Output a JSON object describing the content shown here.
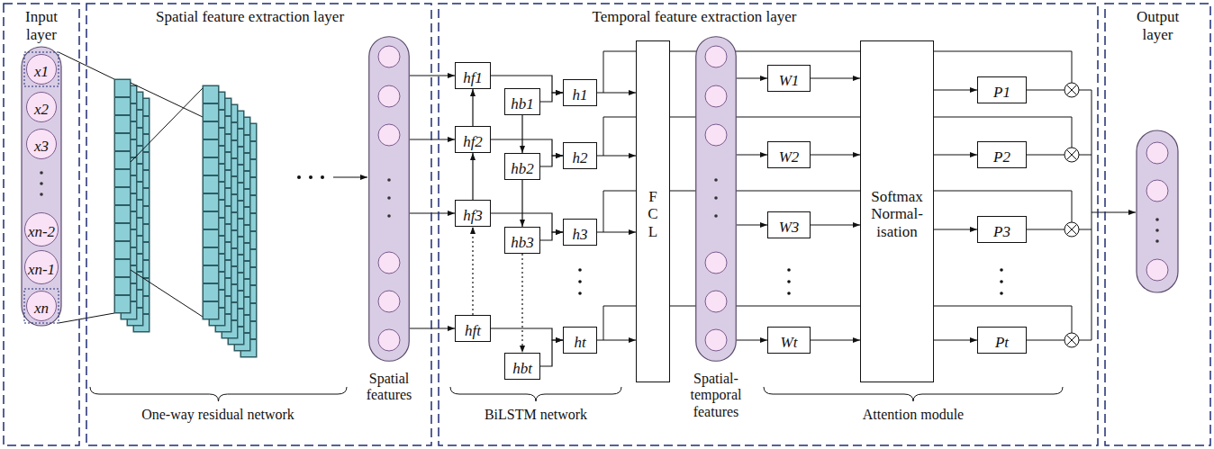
{
  "diagram": {
    "nodes": [
      {
        "text": [
          "Input layer"
        ]
      },
      {
        "text": [
          "x1"
        ],
        "in": 0
      },
      {
        "text": [
          "x2"
        ],
        "in": 0
      },
      {
        "text": [
          "x3"
        ],
        "in": 0
      },
      {
        "text": [
          "xn-2"
        ],
        "in": 0
      },
      {
        "text": [
          "xn-1"
        ],
        "in": 0
      },
      {
        "text": [
          "xn"
        ],
        "in": 0
      },
      {
        "text": [
          "Spatial feature extraction layer"
        ]
      },
      {
        "text": [
          "Spatial features"
        ],
        "in": 7
      },
      {
        "text": [
          "Temporal feature extraction layer"
        ]
      },
      {
        "text": [
          "hf1"
        ],
        "in": 9
      },
      {
        "text": [
          "hf2"
        ],
        "in": 9
      },
      {
        "text": [
          "hf3"
        ],
        "in": 9
      },
      {
        "text": [
          "hft"
        ],
        "in": 9
      },
      {
        "text": [
          "hb1"
        ],
        "in": 9
      },
      {
        "text": [
          "hb2"
        ],
        "in": 9
      },
      {
        "text": [
          "hb3"
        ],
        "in": 9
      },
      {
        "text": [
          "hbt"
        ],
        "in": 9
      },
      {
        "text": [
          "h1"
        ],
        "in": 9
      },
      {
        "text": [
          "h2"
        ],
        "in": 9
      },
      {
        "text": [
          "h3"
        ],
        "in": 9
      },
      {
        "text": [
          "ht"
        ],
        "in": 9
      },
      {
        "text": [
          "FCL"
        ],
        "in": 9
      },
      {
        "text": [
          "Spatial-temporal features"
        ],
        "in": 9
      },
      {
        "text": [
          "W1"
        ],
        "in": 9
      },
      {
        "text": [
          "W2"
        ],
        "in": 9
      },
      {
        "text": [
          "W3"
        ],
        "in": 9
      },
      {
        "text": [
          "Wt"
        ],
        "in": 9
      },
      {
        "text": [
          "Softmax Normal- isation"
        ],
        "in": 9
      },
      {
        "text": [
          "P1"
        ],
        "in": 9
      },
      {
        "text": [
          "P2"
        ],
        "in": 9
      },
      {
        "text": [
          "P3"
        ],
        "in": 9
      },
      {
        "text": [
          "Pt"
        ],
        "in": 9
      },
      {
        "text": [
          "Output layer"
        ]
      }
    ],
    "edges": [
      {
        "from": 8,
        "to": 10,
        "arrow": "to"
      },
      {
        "from": 8,
        "to": 11,
        "arrow": "to"
      },
      {
        "from": 8,
        "to": 12,
        "arrow": "to"
      },
      {
        "from": 8,
        "to": 13,
        "arrow": "to"
      },
      {
        "from": 11,
        "to": 10,
        "arrow": "to"
      },
      {
        "from": 12,
        "to": 11,
        "arrow": "to"
      },
      {
        "from": 13,
        "to": 12,
        "arrow": "to"
      },
      {
        "from": 14,
        "to": 15,
        "arrow": "to"
      },
      {
        "from": 15,
        "to": 16,
        "arrow": "to"
      },
      {
        "from": 16,
        "to": 17,
        "arrow": "to"
      },
      {
        "from": 10,
        "to": 18,
        "arrow": "to"
      },
      {
        "from": 14,
        "to": 18,
        "arrow": "to"
      },
      {
        "from": 11,
        "to": 19,
        "arrow": "to"
      },
      {
        "from": 15,
        "to": 19,
        "arrow": "to"
      },
      {
        "from": 12,
        "to": 20,
        "arrow": "to"
      },
      {
        "from": 16,
        "to": 20,
        "arrow": "to"
      },
      {
        "from": 13,
        "to": 21,
        "arrow": "to"
      },
      {
        "from": 17,
        "to": 21,
        "arrow": "to"
      },
      {
        "from": 18,
        "to": 22,
        "arrow": "to"
      },
      {
        "from": 19,
        "to": 22,
        "arrow": "to"
      },
      {
        "from": 20,
        "to": 22,
        "arrow": "to"
      },
      {
        "from": 21,
        "to": 22,
        "arrow": "to"
      },
      {
        "from": 23,
        "to": 24,
        "arrow": "to"
      },
      {
        "from": 23,
        "to": 25,
        "arrow": "to"
      },
      {
        "from": 23,
        "to": 26,
        "arrow": "to"
      },
      {
        "from": 23,
        "to": 27,
        "arrow": "to"
      },
      {
        "from": 24,
        "to": 28,
        "arrow": "to"
      },
      {
        "from": 25,
        "to": 28,
        "arrow": "to"
      },
      {
        "from": 26,
        "to": 28,
        "arrow": "to"
      },
      {
        "from": 27,
        "to": 28,
        "arrow": "to"
      },
      {
        "from": 28,
        "to": 29,
        "arrow": "to"
      },
      {
        "from": 28,
        "to": 30,
        "arrow": "to"
      },
      {
        "from": 28,
        "to": 31,
        "arrow": "to"
      },
      {
        "from": 28,
        "to": 32,
        "arrow": "to"
      }
    ],
    "labels": [
      "One-way residual network",
      "BiLSTM network",
      "Attention module"
    ]
  }
}
